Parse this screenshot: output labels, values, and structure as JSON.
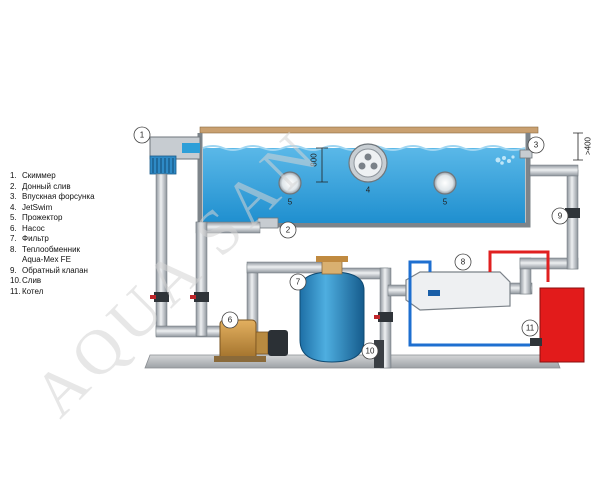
{
  "watermark": "AQUA SAN",
  "legend": [
    {
      "num": "1.",
      "label": "Скиммер"
    },
    {
      "num": "2.",
      "label": "Донный слив"
    },
    {
      "num": "3.",
      "label": "Впускная форсунка"
    },
    {
      "num": "4.",
      "label": "JetSwim"
    },
    {
      "num": "5.",
      "label": "Прожектор"
    },
    {
      "num": "6.",
      "label": "Насос"
    },
    {
      "num": "7.",
      "label": "Фильтр"
    },
    {
      "num": "8.",
      "label": "Теплообменник"
    },
    {
      "num": "",
      "label": "Aqua-Mex FE"
    },
    {
      "num": "9.",
      "label": "Обратный клапан"
    },
    {
      "num": "10.",
      "label": "Слив"
    },
    {
      "num": "11.",
      "label": "Котел"
    }
  ],
  "callouts": {
    "skimmer": "1",
    "main_drain": "2",
    "inlet_nozzle": "3",
    "jetswim": "4",
    "light_left": "5",
    "light_right": "5",
    "pump": "6",
    "filter": "7",
    "heat_exchanger": "8",
    "check_valve": "9",
    "drain": "10",
    "boiler": "11"
  },
  "dimensions": {
    "depth_800": "800",
    "height_400": ">400"
  },
  "colors": {
    "water": "#2e9fd8",
    "water_light": "#6fc4ec",
    "pipe": "#d2d6da",
    "pipe_edge": "#7b8289",
    "hot_line": "#e02020",
    "cold_line": "#1e6fd0",
    "boiler": "#e21b1b",
    "deck": "#c9a070",
    "ground": "#b9bcbf"
  }
}
